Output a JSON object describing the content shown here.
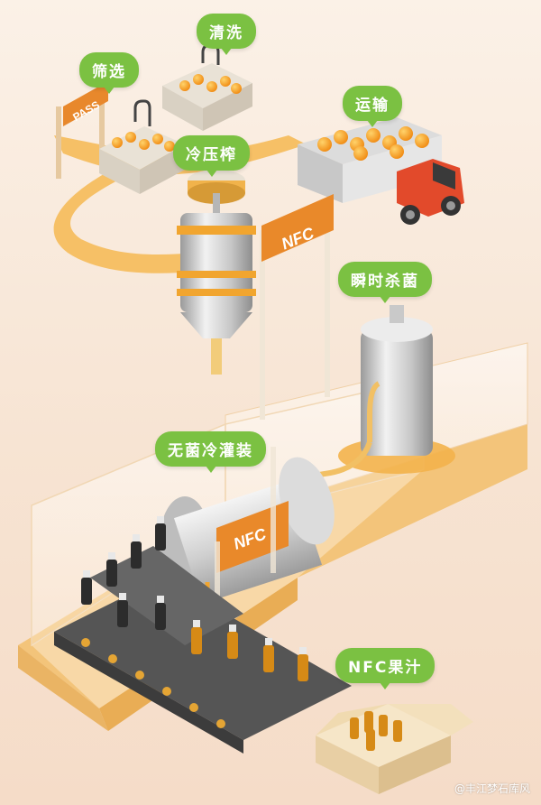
{
  "labels": {
    "screening": "筛选",
    "washing": "清洗",
    "transport": "运输",
    "cold_press": "冷压榨",
    "flash_sterilize": "瞬时杀菌",
    "aseptic_filling": "无菌冷灌装",
    "product": "NFC果汁"
  },
  "signs": {
    "pass": "PASS",
    "nfc": "NFC"
  },
  "watermark": "@丰江梦石库风",
  "colors": {
    "tag_green": "#7bc142",
    "belt_orange": "#f4b24a",
    "truck_red": "#e24a2b",
    "steel": "#c9c9c9"
  }
}
